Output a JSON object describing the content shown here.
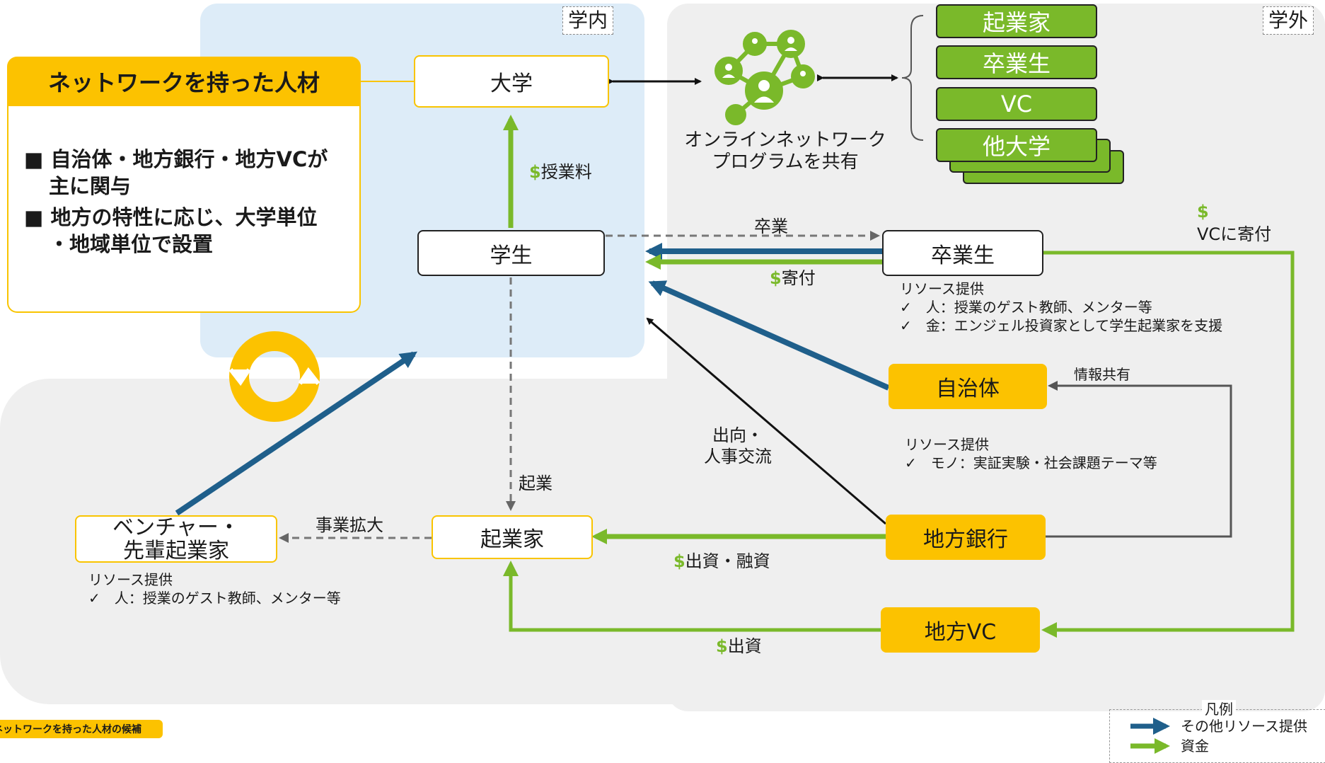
{
  "regions": {
    "inside": "学内",
    "outside": "学外"
  },
  "network_panel": {
    "title": "ネットワークを持った人材",
    "bullets": [
      {
        "mark": "■",
        "line1": "自治体・地方銀行・地方VCが",
        "line2": "主に関与"
      },
      {
        "mark": "■",
        "line1": "地方の特性に応じ、大学単位",
        "line2": "・地域単位で設置"
      }
    ]
  },
  "nodes": {
    "university": "大学",
    "student": "学生",
    "alumni": "卒業生",
    "entrepreneur": "起業家",
    "venture_line1": "ベンチャー・",
    "venture_line2": "先輩起業家",
    "municipality": "自治体",
    "local_bank": "地方銀行",
    "local_vc": "地方VC"
  },
  "online_network": {
    "line1": "オンラインネットワーク",
    "line2": "プログラムを共有"
  },
  "external_members": [
    "起業家",
    "卒業生",
    "VC",
    "他大学"
  ],
  "edge_labels": {
    "tuition": "授業料",
    "graduation": "卒業",
    "donation": "寄付",
    "vc_donation": "VCに寄付",
    "startup": "起業",
    "business_expansion": "事業拡大",
    "secondment_line1": "出向・",
    "secondment_line2": "人事交流",
    "investment_loan": "出資・融資",
    "investment": "出資",
    "info_sharing": "情報共有",
    "dollar": "$"
  },
  "resource_notes": {
    "alumni": {
      "title": "リソース提供",
      "items": [
        "✓　人：授業のゲスト教師、メンター等",
        "✓　金：エンジェル投資家として学生起業家を支援"
      ]
    },
    "municipality": {
      "title": "リソース提供",
      "items": [
        "✓　モノ：実証実験・社会課題テーマ等"
      ]
    },
    "venture": {
      "title": "リソース提供",
      "items": [
        "✓　人：授業のゲスト教師、メンター等"
      ]
    }
  },
  "bottom_tag": "ネットワークを持った人材の候補",
  "legend": {
    "title": "凡例",
    "items": [
      {
        "label": "その他リソース提供",
        "color": "#1f5f8b"
      },
      {
        "label": "資金",
        "color": "#7ab92a"
      }
    ]
  },
  "colors": {
    "blue_arrow": "#1f5f8b",
    "green_arrow": "#7ab92a",
    "yellow": "#fcc200",
    "inside_bg": "#ddecf8"
  }
}
